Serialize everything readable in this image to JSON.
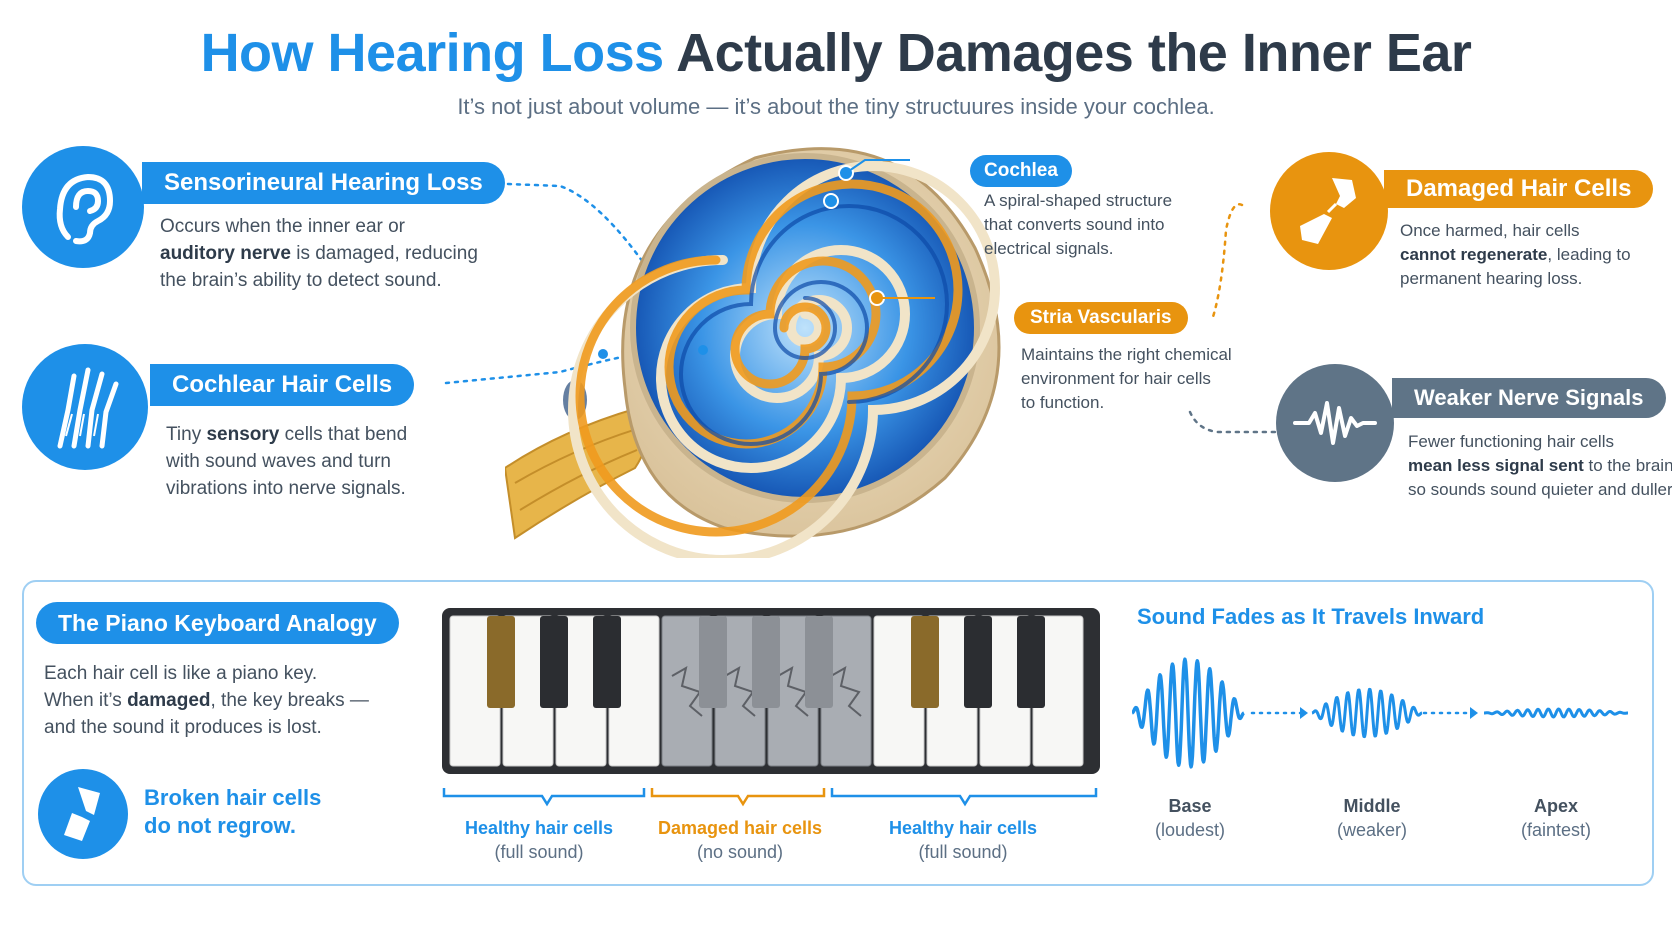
{
  "header": {
    "title_highlight": "How Hearing Loss",
    "title_rest": "Actually Damages the Inner Ear",
    "subtitle": "It’s not just about volume — it’s about the tiny structuures inside your cochlea."
  },
  "colors": {
    "blue": "#1e90e8",
    "orange": "#e8940f",
    "slate": "#5f7487",
    "dark_text": "#2e3b4a"
  },
  "sensorineural": {
    "icon": "ear-icon",
    "label": "Sensorineural Hearing Loss",
    "line1": "Occurs when the inner ear or",
    "line2_bold": "auditory nerve",
    "line2_rest": " is damaged, reducing",
    "line3": "the brain’s ability to detect sound."
  },
  "cochlear_hair_cells": {
    "icon": "hair-cells-icon",
    "label": "Cochlear Hair Cells",
    "line1_pre": "Tiny ",
    "line1_bold": "sensory",
    "line1_post": " cells that bend",
    "line2": "with sound waves and turn",
    "line3": "vibrations into nerve signals."
  },
  "cochlea": {
    "label": "Cochlea",
    "line1": "A spiral-shaped structure",
    "line2": "that converts sound into",
    "line3": "electrical signals."
  },
  "stria": {
    "label": "Stria Vascularis",
    "line1": "Maintains the right chemical",
    "line2": "environment for hair cells",
    "line3": "to function."
  },
  "damaged_hair_cells": {
    "icon": "broken-bone-icon",
    "label": "Damaged Hair Cells",
    "line1": "Once harmed, hair cells",
    "line2_bold": "cannot regenerate",
    "line2_rest": ", leading to",
    "line3": "permanent hearing loss."
  },
  "weaker_nerve": {
    "icon": "waveform-icon",
    "label": "Weaker Nerve Signals",
    "line1": "Fewer functioning hair cells",
    "line2_bold": "mean less signal sent",
    "line2_rest": " to the brain,",
    "line3": "so sounds sound quieter and duller."
  },
  "piano": {
    "label": "The Piano Keyboard Analogy",
    "line1": "Each hair cell is like a piano key.",
    "line2_pre": "When it’s ",
    "line2_bold": "damaged",
    "line2_post": ", the key breaks —",
    "line3": "and the sound it produces is lost.",
    "broken_line1": "Broken hair cells",
    "broken_line2": "do not regrow.",
    "groups": [
      {
        "title": "Healthy hair cells",
        "sub": "(full sound)"
      },
      {
        "title": "Damaged hair cells",
        "sub": "(no sound)"
      },
      {
        "title": "Healthy hair cells",
        "sub": "(full sound)"
      }
    ]
  },
  "sound_fades": {
    "title": "Sound Fades as It Travels Inward",
    "stages": [
      {
        "title": "Base",
        "sub": "(loudest)"
      },
      {
        "title": "Middle",
        "sub": "(weaker)"
      },
      {
        "title": "Apex",
        "sub": "(faintest)"
      }
    ]
  }
}
